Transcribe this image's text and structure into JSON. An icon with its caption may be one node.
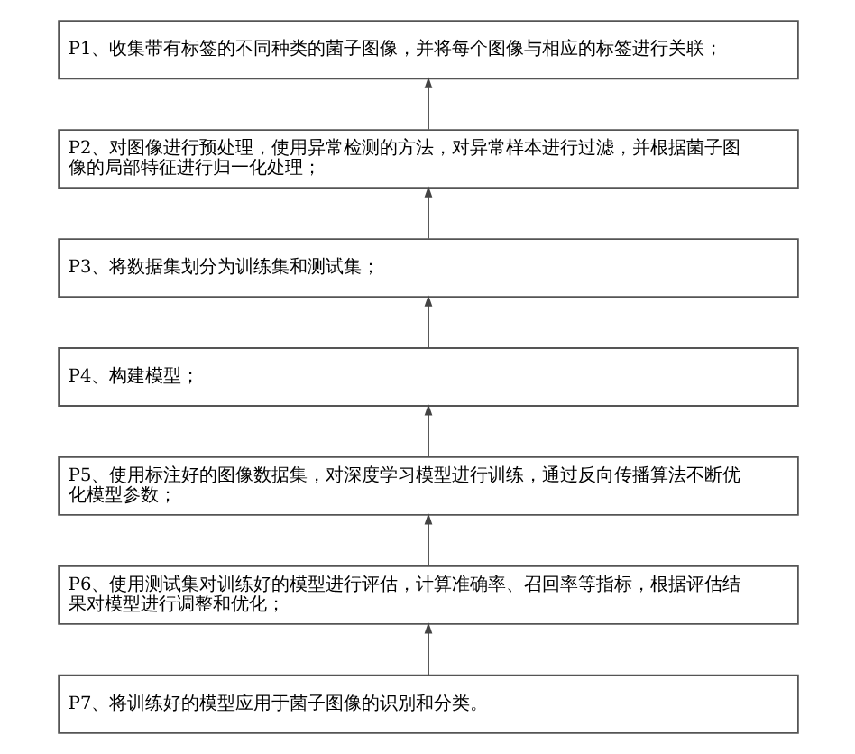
{
  "diagram": {
    "nodes": [
      {
        "text": [
          "P1、收集带有标签的不同种类的菌子图像，并将每个图像与相应的标签进行关联；"
        ]
      },
      {
        "text": [
          "P2、对图像进行预处理，使用异常检测的方法，对异常样本进行过滤，并根据菌子图像的局部特征进行归一化处理；"
        ]
      },
      {
        "text": [
          "P3、将数据集划分为训练集和测试集；"
        ]
      },
      {
        "text": [
          "P4、构建模型；"
        ]
      },
      {
        "text": [
          "P5、使用标注好的图像数据集，对深度学习模型进行训练，通过反向传播算法不断优化模型参数；"
        ]
      },
      {
        "text": [
          "P6、使用测试集对训练好的模型进行评估，计算准确率、召回率等指标，根据评估结果对模型进行调整和优化；"
        ]
      },
      {
        "text": [
          "P7、将训练好的模型应用于菌子图像的识别和分类。"
        ]
      }
    ],
    "edges": [
      {
        "from": 1,
        "to": 0,
        "arrow": "to"
      },
      {
        "from": 2,
        "to": 1,
        "arrow": "to"
      },
      {
        "from": 3,
        "to": 2,
        "arrow": "to"
      },
      {
        "from": 4,
        "to": 3,
        "arrow": "to"
      },
      {
        "from": 5,
        "to": 4,
        "arrow": "to"
      },
      {
        "from": 6,
        "to": 5,
        "arrow": "to"
      }
    ]
  }
}
